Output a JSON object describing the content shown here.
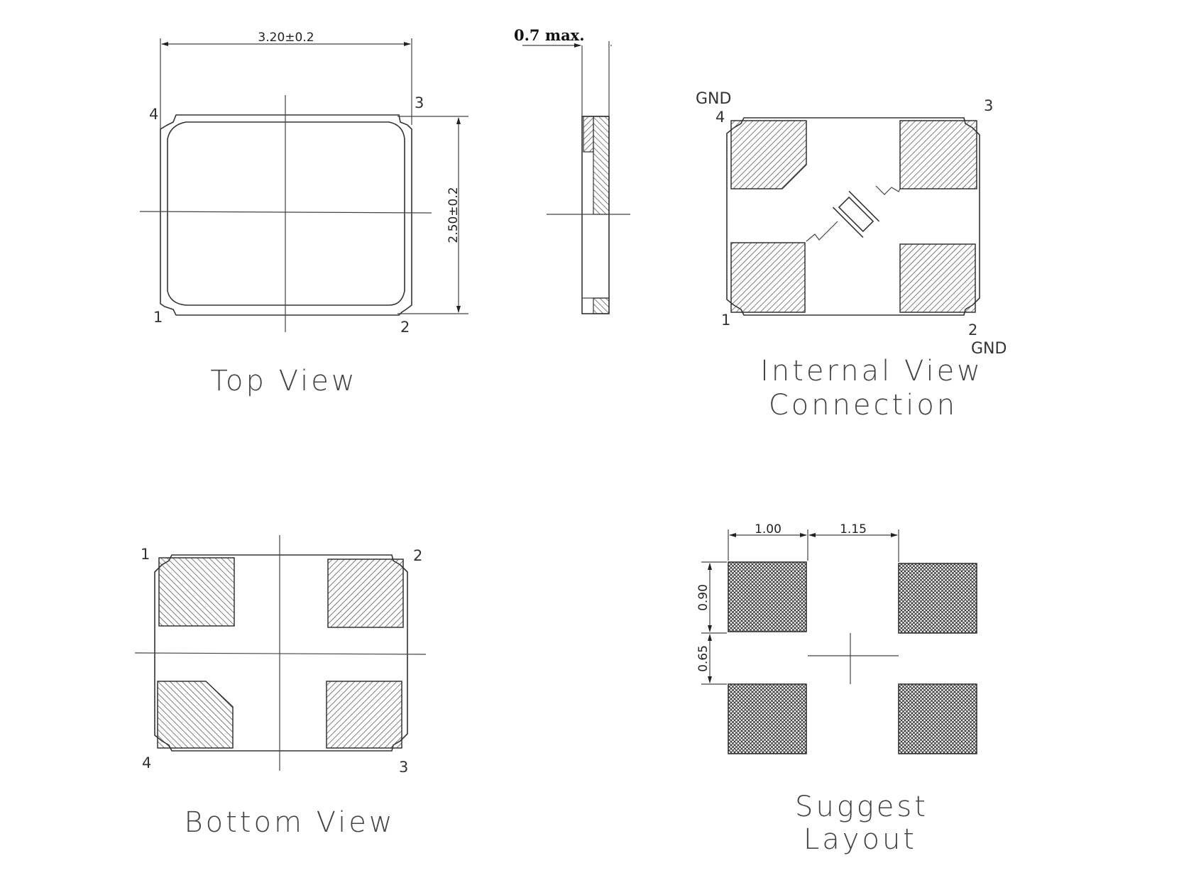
{
  "views": {
    "top": {
      "caption": "Top View",
      "dim_width": "3.20±0.2",
      "dim_height": "2.50±0.2",
      "pins": [
        "1",
        "2",
        "3",
        "4"
      ]
    },
    "side": {
      "dim_thickness": "0.7 max."
    },
    "internal": {
      "caption_line1": "Internal View",
      "caption_line2": "Connection",
      "pins": [
        "1",
        "2",
        "3",
        "4"
      ],
      "gnd_label_pin4": "GND",
      "gnd_label_pin2": "GND"
    },
    "bottom": {
      "caption": "Bottom View",
      "pins": [
        "1",
        "2",
        "3",
        "4"
      ]
    },
    "layout": {
      "caption_line1": "Suggest",
      "caption_line2": "Layout",
      "dim_pad_width": "1.00",
      "dim_gap_x": "1.15",
      "dim_pad_height": "0.90",
      "dim_gap_y": "0.65"
    }
  },
  "colors": {
    "line": "#333333",
    "hatch": "#444444",
    "background": "#ffffff"
  }
}
